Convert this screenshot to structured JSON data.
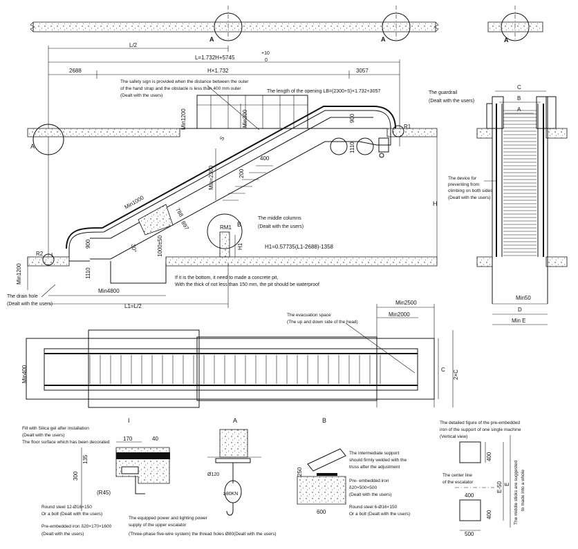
{
  "side_view": {
    "dims": {
      "half_l": "L/2",
      "total_l": "L=1.732H+5745",
      "tol_plus": "+10",
      "tol_zero": "0",
      "d2688": "2688",
      "hx": "H×1.732",
      "d3057": "3057",
      "min1200_top": "Min1200",
      "min300": "Min300",
      "d900_top": "900",
      "d1110_top": "1110",
      "min2300": "Min=2300",
      "d400": "400",
      "d200": "200",
      "min1000": "Min1000",
      "d788": "788",
      "d897": "897",
      "d900_bot": "900",
      "d30": "30°",
      "d1000": "1000±50",
      "d1110_bot": "1110",
      "min1200_bot": "Min1200",
      "min4800": "Min4800",
      "l1": "L1=L/2",
      "h": "H",
      "h1": "H1",
      "s": "S",
      "r1": "R1",
      "r2": "R2",
      "rm1": "RM1",
      "i_top": "I",
      "i_bot": "I",
      "a_left": "A",
      "b_mark": "B"
    },
    "notes": {
      "safety_sign_1": "The safety sign is provided when the distance between the outer",
      "safety_sign_2": "of the hand strap and the obstacle is less than 400 mm outer",
      "safety_sign_3": "(Dealt with the users)",
      "opening": "The length of the opening  LB=(2300+S)×1.732+3057",
      "middle_columns": "The middle columns",
      "middle_columns_2": "(Dealt with the users)",
      "h1_formula": "H1=0.57735(L1-2688)-1358",
      "pit_1": "If it is the bottom, it need to made a concrete pit,",
      "pit_2": "With the thick of not less than 150 mm, the pit should be waterproof",
      "drain_1": "The drain hole",
      "drain_2": "(Dealt with the users)"
    }
  },
  "top_strip": {
    "a1": "A",
    "a2": "A",
    "a3": "A"
  },
  "end_view": {
    "c": "C",
    "b": "B",
    "a": "A",
    "guardrail_1": "The guardrail",
    "guardrail_2": "(Dealt with the users)",
    "device_1": "The device for",
    "device_2": "preventing from",
    "device_3": "climbing on both sides",
    "device_4": "(Dealt with the users)",
    "min50": "Min50",
    "d": "D",
    "min_e": "Min E"
  },
  "plan_view": {
    "min2500": "Min2500",
    "min2000": "Min2000",
    "evac_1": "The evacuation space",
    "evac_2": "(The up and down side of the head)",
    "min400": "Min400",
    "c": "C",
    "two_c": "2×C"
  },
  "detail_i": {
    "title": "I",
    "fill_1": "Fill with Silica gel after installation",
    "fill_2": "(Dealt with the users)",
    "floor": "The floor surface which has been decorated",
    "d170": "170",
    "d40": "40",
    "d135": "135",
    "d300": "300",
    "r45": "(R45)",
    "steel_1": "Round steel 12-Ø16×150",
    "steel_2": "Or a bolt (Dealt with the users)",
    "iron_1": "Pre-embedded iron δ20×170×1600",
    "iron_2": "(Dealt with the users)",
    "power_1": "The equipped power and lighting power",
    "power_2": "supply of the upper escalator",
    "power_3": "(Three-phase five-wire system) the thread holes Ø80(Dealt with the users)"
  },
  "detail_a": {
    "title": "A",
    "d120": "Ø120",
    "load": "≥80KN"
  },
  "detail_b": {
    "title": "B",
    "support_1": "The intermediate support",
    "support_2": "should firmly welded with the",
    "support_3": "truss after the adjustment",
    "iron_1": "Pre- embedded iron",
    "iron_2": "δ20×500×500",
    "iron_3": "(Dealt with the users)",
    "steel_1": "Round steel 6-Ø16×150",
    "steel_2": "Or a bolt (Dealt with the users)",
    "d250": "250",
    "d600": "600"
  },
  "detail_vertical": {
    "title_1": "The detailed figure of the pre-embedded",
    "title_2": "iron of the support of one single machine",
    "title_3": "(Vertical view)",
    "center_1": "The center line",
    "center_2": "of the escalator",
    "d400a": "400",
    "d400b": "400",
    "d400c": "400",
    "d500": "500",
    "e50": "E-50",
    "e": "E",
    "sticks_1": "The middle sticks are suggested",
    "sticks_2": "to made into a whole"
  }
}
